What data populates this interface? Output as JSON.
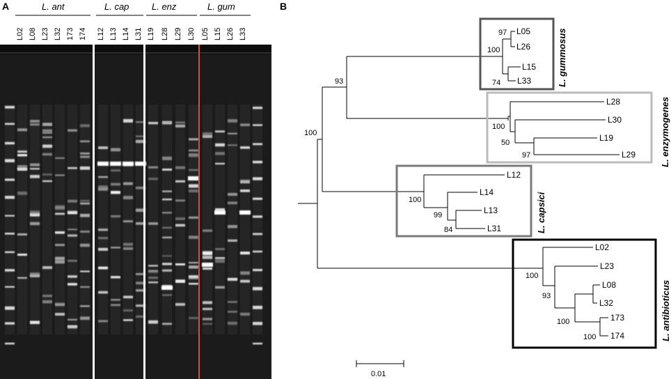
{
  "panelA": {
    "letter": "A",
    "groups": [
      {
        "name": "L. ant",
        "lanes": [
          "L02",
          "L08",
          "L23",
          "L32",
          "173",
          "174"
        ]
      },
      {
        "name": "L. cap",
        "lanes": [
          "L12",
          "L13",
          "L14",
          "L31"
        ]
      },
      {
        "name": "L. enz",
        "lanes": [
          "L19",
          "L28",
          "L29",
          "L30"
        ]
      },
      {
        "name": "L. gum",
        "lanes": [
          "L05",
          "L15",
          "L26",
          "L33"
        ]
      }
    ]
  },
  "panelB": {
    "letter": "B",
    "clades": [
      {
        "key": "gum",
        "name": "L. gummosus",
        "frame_color": "#555555"
      },
      {
        "key": "enz",
        "name": "L. enzymogenes",
        "frame_color": "#bbbbbb"
      },
      {
        "key": "cap",
        "name": "L. capsici",
        "frame_color": "#7a7a7a"
      },
      {
        "key": "ant",
        "name": "L. antibioticus",
        "frame_color": "#000000"
      }
    ],
    "leaves": [
      "L05",
      "L26",
      "L15",
      "L33",
      "L28",
      "L30",
      "L19",
      "L29",
      "L12",
      "L14",
      "L13",
      "L31",
      "L02",
      "L23",
      "L08",
      "L32",
      "173",
      "174"
    ],
    "bootstrap": [
      "97",
      "100",
      "74",
      "93",
      "100",
      "100",
      "50",
      "97",
      "100",
      "99",
      "84",
      "100",
      "93",
      "100",
      "100"
    ],
    "scale_label": "0.01"
  }
}
